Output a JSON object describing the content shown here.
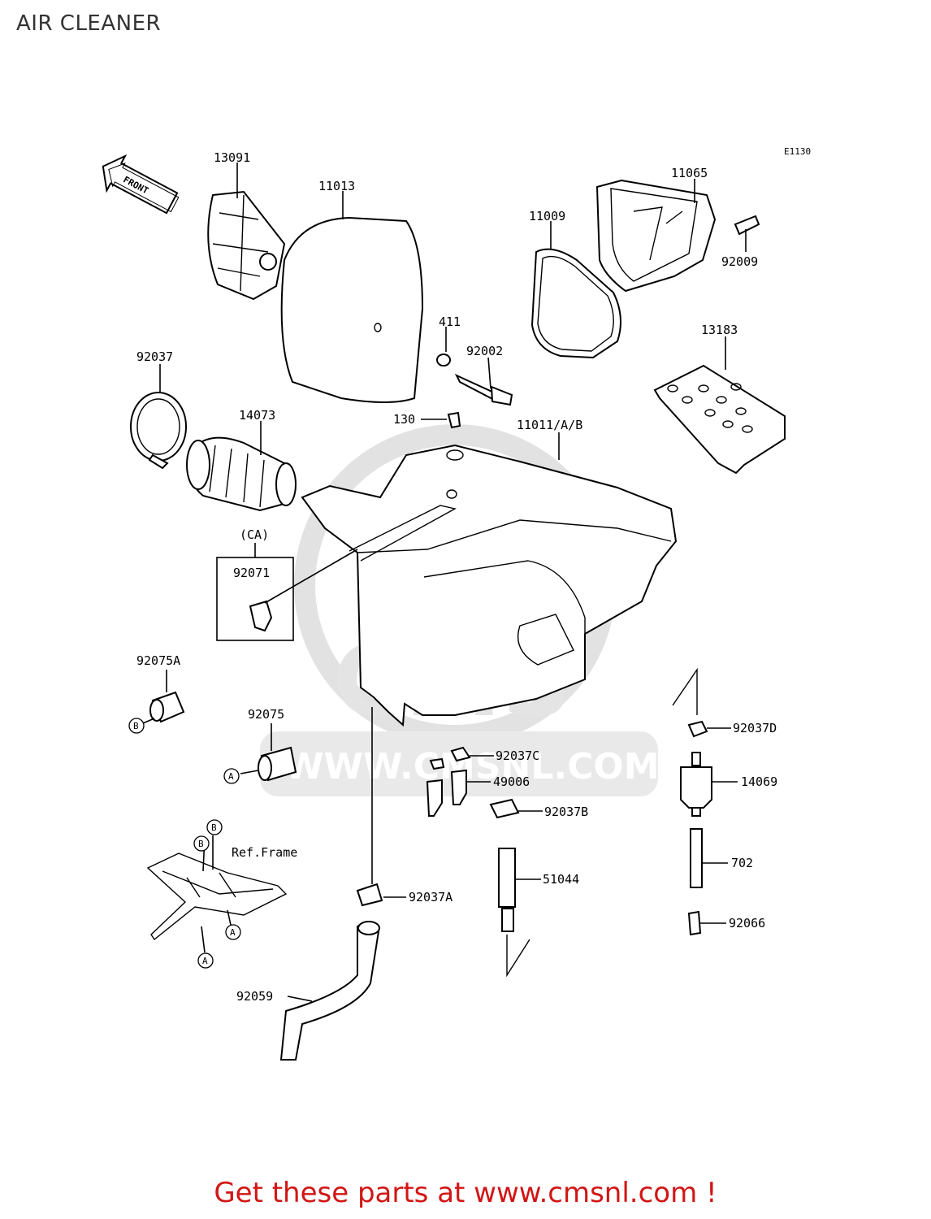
{
  "page": {
    "title": "AIR CLEANER"
  },
  "diagram": {
    "code": "E1130",
    "front_arrow": "FRONT",
    "watermark": {
      "logo": "CMS",
      "url": "WWW.CMSNL.COM"
    },
    "labels": {
      "p13091": "13091",
      "p11013": "11013",
      "p11065": "11065",
      "p11009": "11009",
      "p92009": "92009",
      "p411": "411",
      "p92002": "92002",
      "p13183": "13183",
      "p92037": "92037",
      "p14073": "14073",
      "p130": "130",
      "p11011": "11011/A/B",
      "ca": "(CA)",
      "p92071": "92071",
      "p92075A": "92075A",
      "p92075": "92075",
      "p92037D": "92037D",
      "p92037C": "92037C",
      "p49006": "49006",
      "p14069": "14069",
      "p92037B": "92037B",
      "ref_frame": "Ref.Frame",
      "p51044": "51044",
      "p702": "702",
      "p92037A": "92037A",
      "p92066": "92066",
      "p92059": "92059"
    },
    "markers": {
      "a": "A",
      "b": "B"
    }
  },
  "footer": {
    "cta": "Get these parts at www.cmsnl.com !"
  }
}
